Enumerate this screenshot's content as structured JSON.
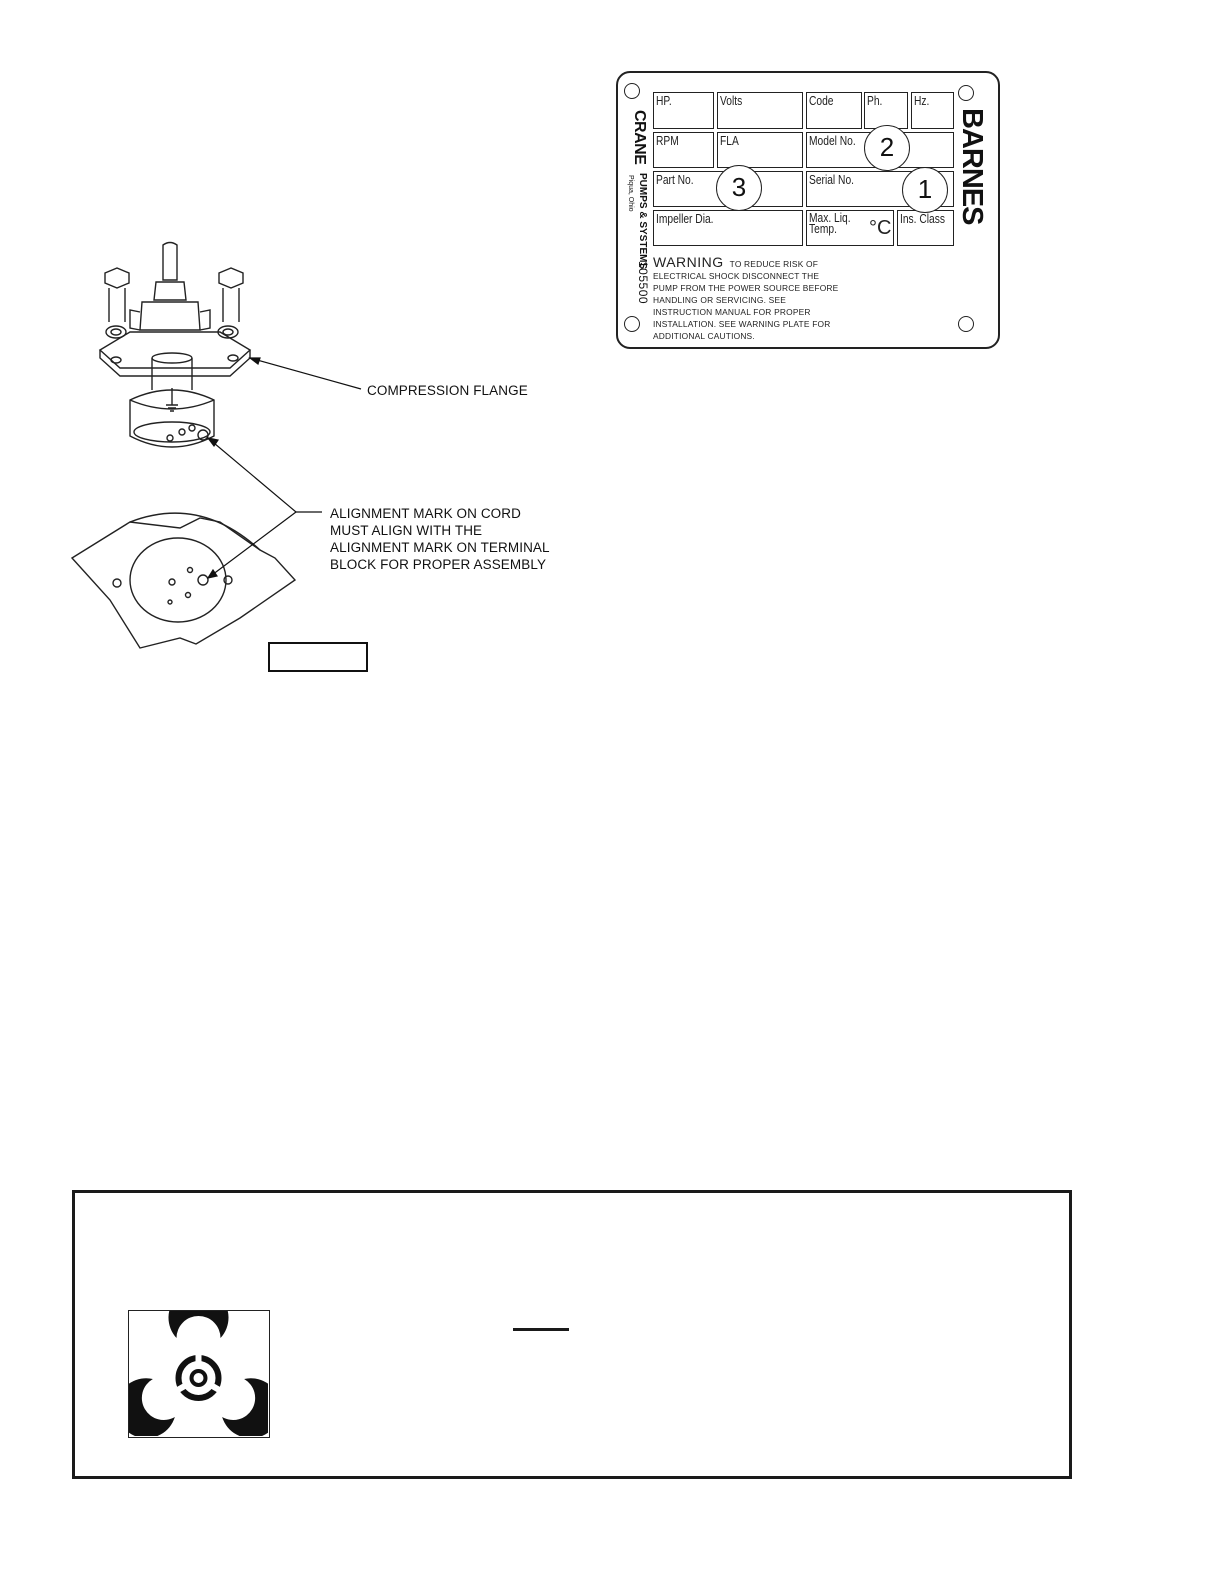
{
  "figure": {
    "callouts": {
      "compression_flange": "COMPRESSION FLANGE",
      "alignment_lines": [
        "ALIGNMENT MARK ON CORD",
        "MUST ALIGN WITH THE",
        "ALIGNMENT MARK ON TERMINAL",
        "BLOCK FOR PROPER ASSEMBLY"
      ]
    }
  },
  "nameplate": {
    "cells": {
      "hp": "HP.",
      "volts": "Volts",
      "code": "Code",
      "ph": "Ph.",
      "hz": "Hz.",
      "rpm": "RPM",
      "fla": "FLA",
      "model_no": "Model No.",
      "part_no": "Part No.",
      "serial_no": "Serial No.",
      "impeller_dia": "Impeller Dia.",
      "max_liq_temp_line1": "Max. Liq.",
      "max_liq_temp_line2": "Temp.",
      "temp_unit": "°C",
      "ins_class": "Ins. Class"
    },
    "badges": {
      "serial": "1",
      "model": "2",
      "part": "3"
    },
    "warning": {
      "title": "WARNING",
      "lines": [
        "TO REDUCE RISK OF",
        "ELECTRICAL SHOCK DISCONNECT THE",
        "PUMP FROM THE POWER SOURCE BEFORE",
        "HANDLING OR SERVICING.   SEE",
        "INSTRUCTION MANUAL FOR PROPER",
        "INSTALLATION.   SEE WARNING PLATE FOR",
        "ADDITIONAL CAUTIONS."
      ]
    },
    "brand": {
      "name": "BARNES",
      "parent": "CRANE",
      "division": "PUMPS & SYSTEMS",
      "city": "Piqua, Ohio",
      "plate_number": "105500"
    }
  },
  "hazard": {
    "icon": "biohazard-icon"
  }
}
